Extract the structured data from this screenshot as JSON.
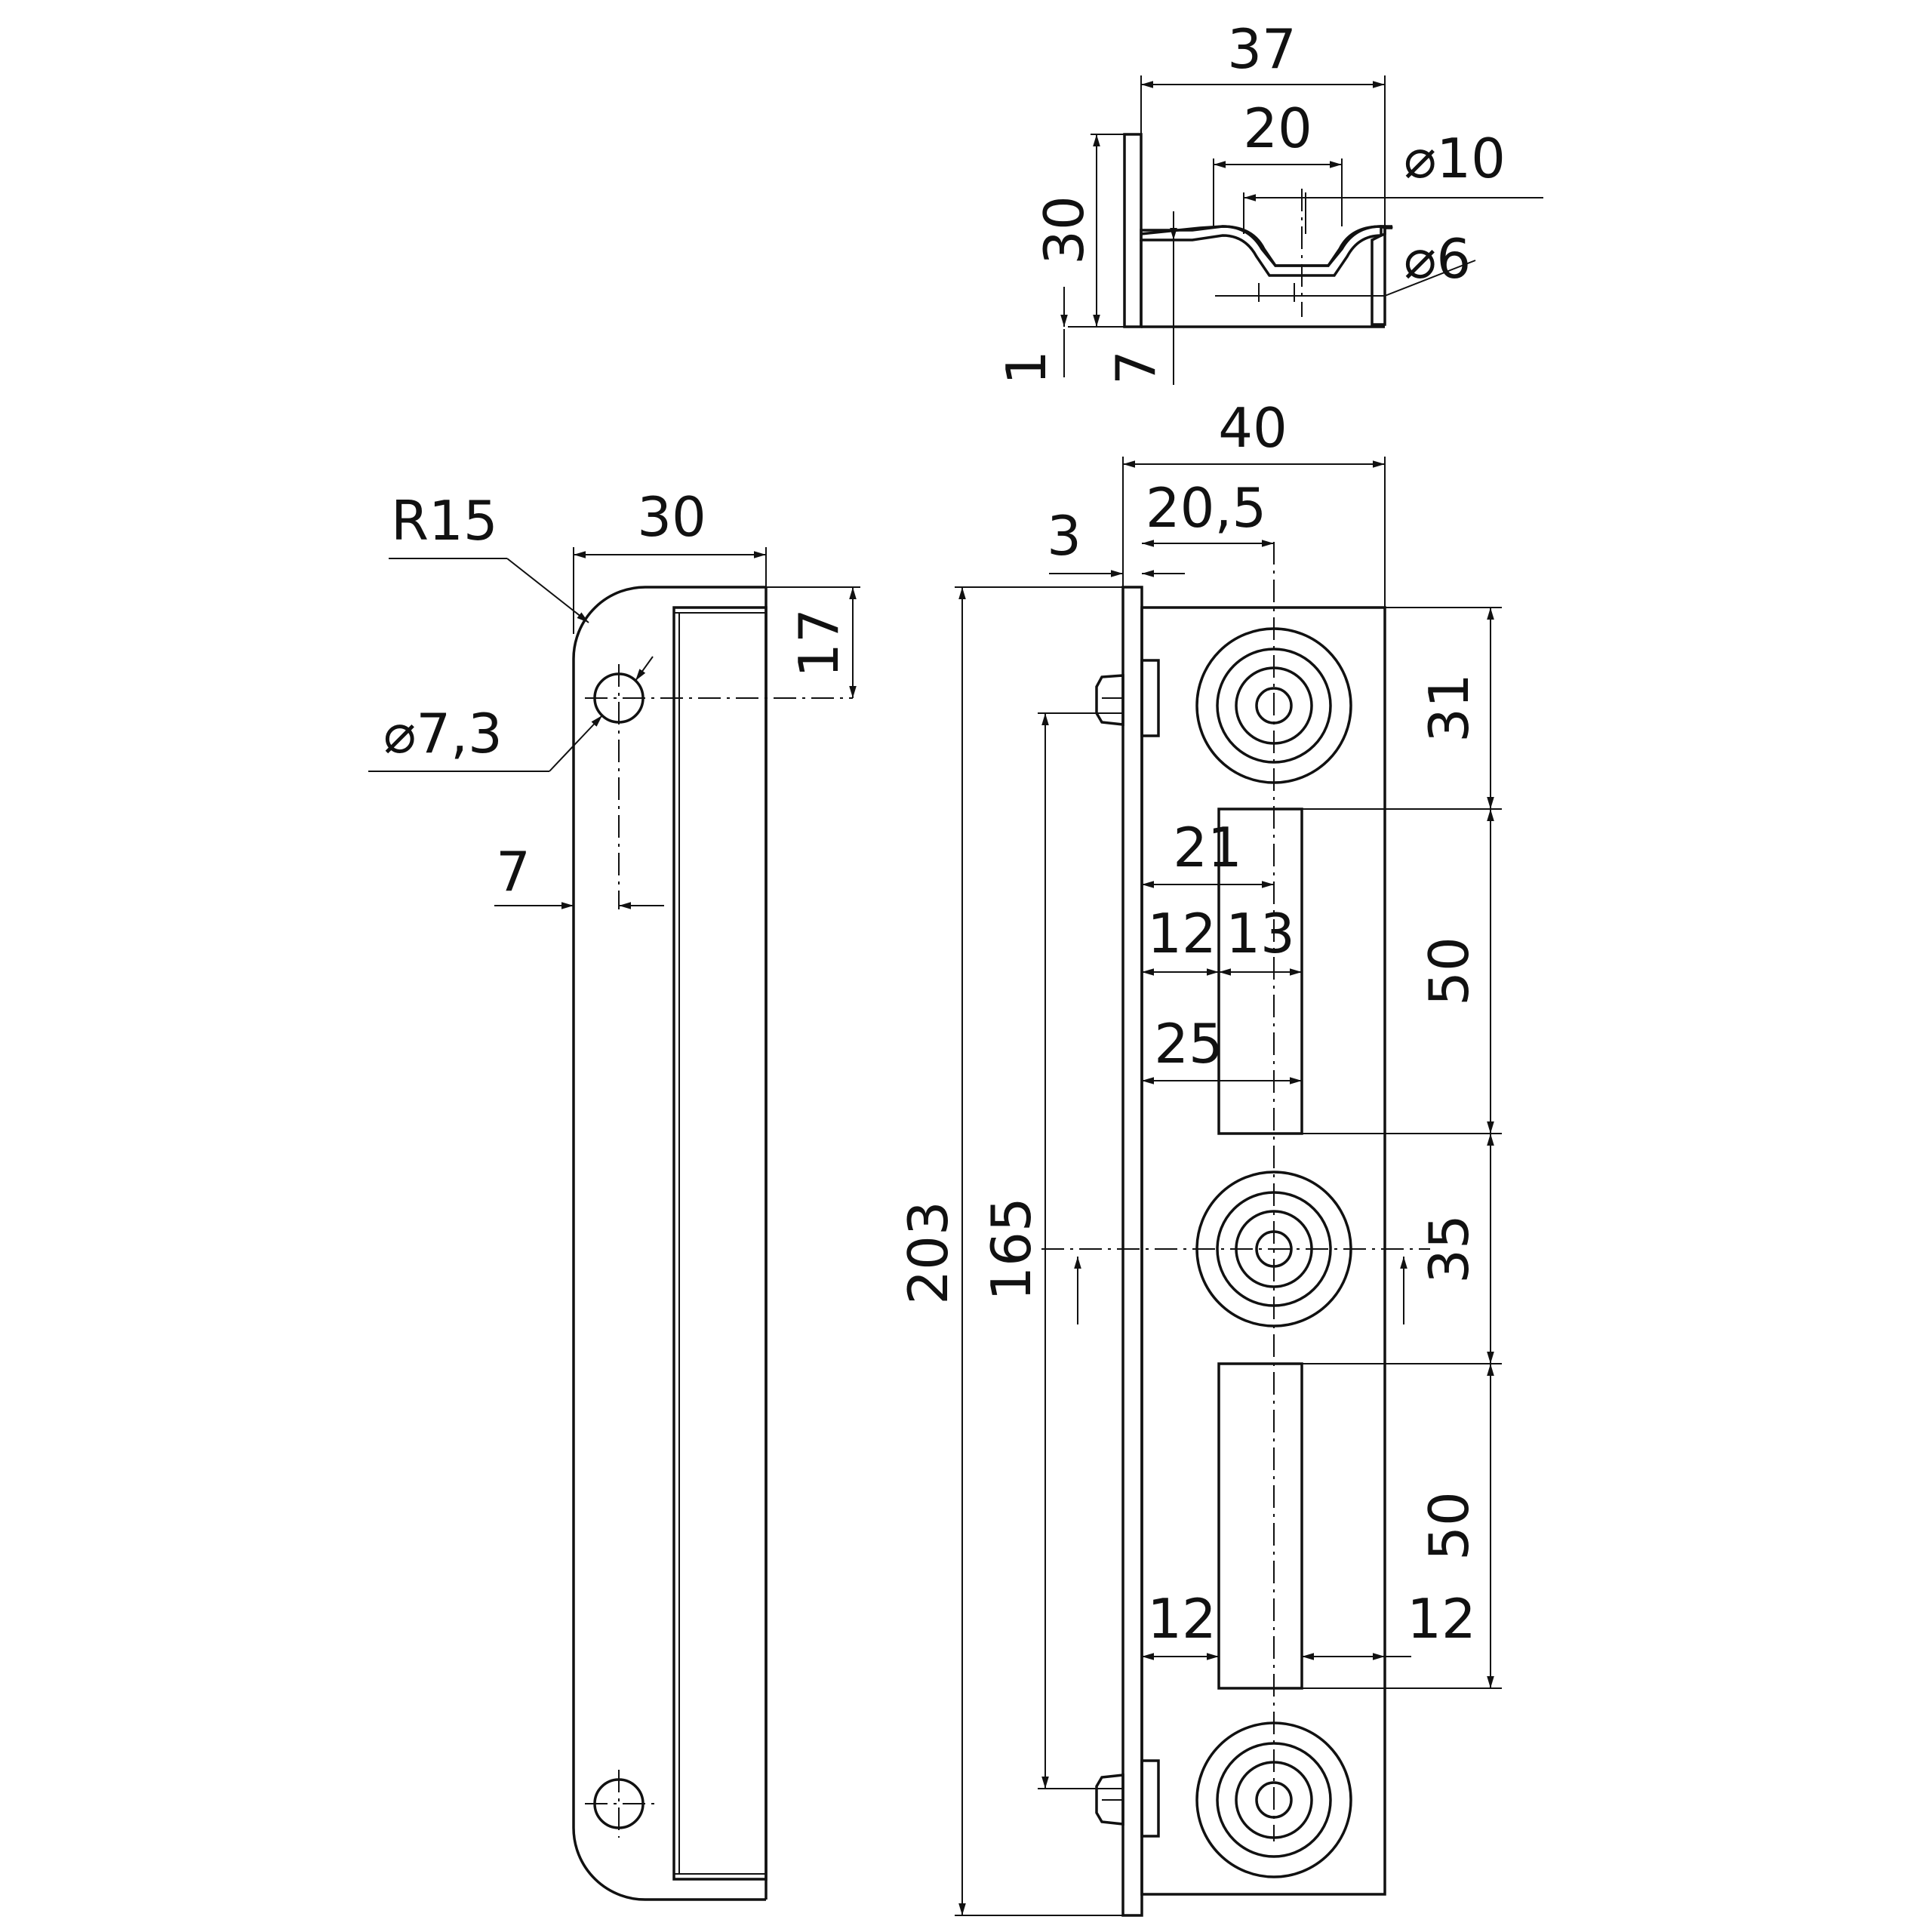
{
  "dimensions": {
    "top_width_37": "37",
    "top_inner_20": "20",
    "top_dia_10": "⌀10",
    "top_dia_6": "⌀6",
    "top_height_30": "30",
    "top_thick_1": "1",
    "top_depth_7": "7",
    "side_radius": "R15",
    "side_width_30": "30",
    "side_offset_17": "17",
    "side_hole_dia": "⌀7,3",
    "side_offset_7": "7",
    "front_width_40": "40",
    "front_center_205": "20,5",
    "front_plate_3": "3",
    "front_height_203": "203",
    "front_pitch_165": "165",
    "front_31": "31",
    "front_slot_50_top": "50",
    "front_35": "35",
    "front_slot_50_bottom": "50",
    "front_21": "21",
    "front_12_a": "12",
    "front_13": "13",
    "front_25": "25",
    "front_12_b": "12",
    "front_12_c": "12"
  }
}
